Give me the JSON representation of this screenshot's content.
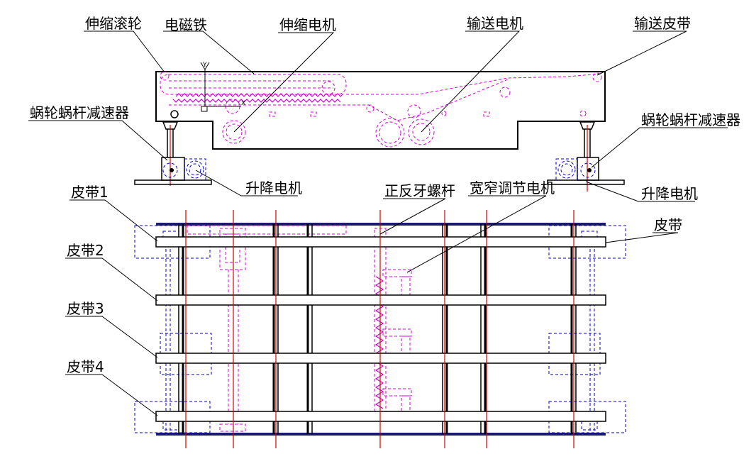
{
  "labels": {
    "telescopic_roller": "伸缩滚轮",
    "electromagnet": "电磁铁",
    "telescopic_motor": "伸缩电机",
    "conveyor_motor": "输送电机",
    "conveyor_belt": "输送皮带",
    "worm_reducer_left": "蜗轮蜗杆减速器",
    "worm_reducer_right": "蜗轮蜗杆减速器",
    "lift_motor_left": "升降电机",
    "lift_motor_right": "升降电机",
    "screw_rod": "正反牙螺杆",
    "width_motor": "宽窄调节电机",
    "belt_1": "皮带1",
    "belt_2": "皮带2",
    "belt_3": "皮带3",
    "belt_4": "皮带4",
    "belt": "皮带",
    "axis_y": "Y",
    "axis_x": "X"
  },
  "colors": {
    "outline": "#000000",
    "hidden_magenta": "#d400d4",
    "hidden_blue": "#0000c8",
    "centerline_red": "#d40000"
  }
}
